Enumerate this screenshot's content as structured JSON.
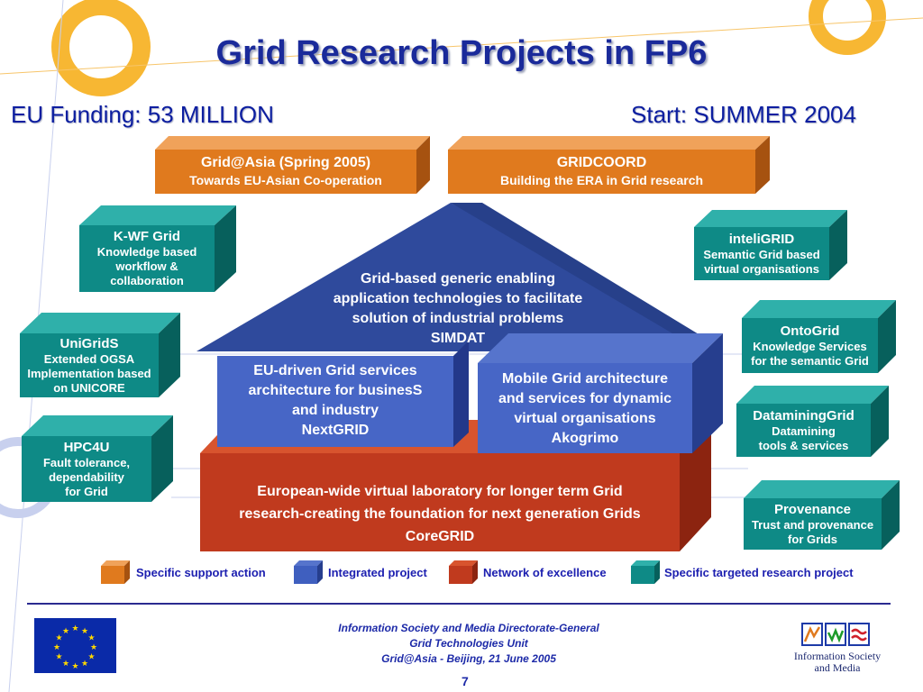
{
  "title": "Grid Research Projects in FP6",
  "funding": "EU Funding: 53 MILLION",
  "start": "Start: SUMMER 2004",
  "top_boxes": [
    {
      "name": "Grid@Asia (Spring 2005)",
      "desc": "Towards EU-Asian Co-operation"
    },
    {
      "name": "GRIDCOORD",
      "desc": "Building the ERA in Grid research"
    }
  ],
  "left_boxes": [
    {
      "name": "K-WF Grid",
      "lines": [
        "Knowledge based",
        "workflow &",
        "collaboration"
      ]
    },
    {
      "name": "UniGridS",
      "lines": [
        "Extended OGSA",
        "Implementation based",
        "on UNICORE"
      ]
    },
    {
      "name": "HPC4U",
      "lines": [
        "Fault tolerance,",
        "dependability",
        "for Grid"
      ]
    }
  ],
  "right_boxes": [
    {
      "name": "inteliGRID",
      "lines": [
        "Semantic Grid based",
        "virtual organisations"
      ]
    },
    {
      "name": "OntoGrid",
      "lines": [
        "Knowledge Services",
        "for the semantic Grid"
      ]
    },
    {
      "name": "DataminingGrid",
      "lines": [
        "Datamining",
        "tools & services"
      ]
    },
    {
      "name": "Provenance",
      "lines": [
        "Trust and provenance",
        "for Grids"
      ]
    }
  ],
  "simdat": {
    "lines": [
      "Grid-based generic enabling",
      "application technologies to facilitate",
      "solution of industrial problems"
    ],
    "name": "SIMDAT"
  },
  "nextgrid": {
    "lines": [
      "EU-driven Grid services",
      "architecture for businesS",
      "and industry"
    ],
    "name": "NextGRID"
  },
  "akogrimo": {
    "lines": [
      "Mobile Grid architecture",
      "and services for dynamic",
      "virtual organisations"
    ],
    "name": "Akogrimo"
  },
  "coregrid": {
    "lines": [
      "European-wide virtual laboratory for longer term Grid",
      "research-creating the foundation for next generation Grids"
    ],
    "name": "CoreGRID"
  },
  "legend": [
    {
      "label": "Specific support action",
      "color": "#e07a1e"
    },
    {
      "label": "Integrated project",
      "color": "#3f5fbf"
    },
    {
      "label": "Network of excellence",
      "color": "#c03a1e"
    },
    {
      "label": "Specific targeted research project",
      "color": "#0e8a86"
    }
  ],
  "footer": [
    "Information Society and Media Directorate-General",
    "Grid Technologies Unit",
    "Grid@Asia - Beijing, 21 June 2005"
  ],
  "page_number": "7",
  "ism_logo_text": [
    "Information Society",
    "and Media"
  ],
  "colors": {
    "title": "#1a2a9a",
    "teal": "#0e8a86",
    "orange": "#e07a1e",
    "blue": "#3f5fbf",
    "dark_blue": "#2e4a96",
    "red": "#c03a1e",
    "eu_flag": "#0a2aa8",
    "star": "#ffd800"
  }
}
